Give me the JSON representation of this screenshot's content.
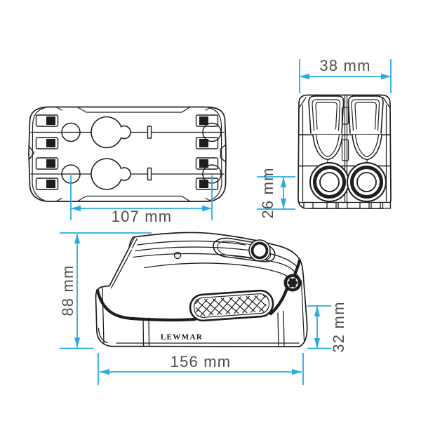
{
  "brand": {
    "logo_text": "LEWMAR"
  },
  "dimensions": {
    "hole_spacing": "107 mm",
    "width": "38 mm",
    "rope_entry_height": "26 mm",
    "overall_height": "88 mm",
    "tail_height": "32 mm",
    "overall_length": "156 mm"
  },
  "colors": {
    "dimension_line": "#29abe2",
    "line_art": "#1e1e1e",
    "dimension_text": "#4f4f4f"
  }
}
